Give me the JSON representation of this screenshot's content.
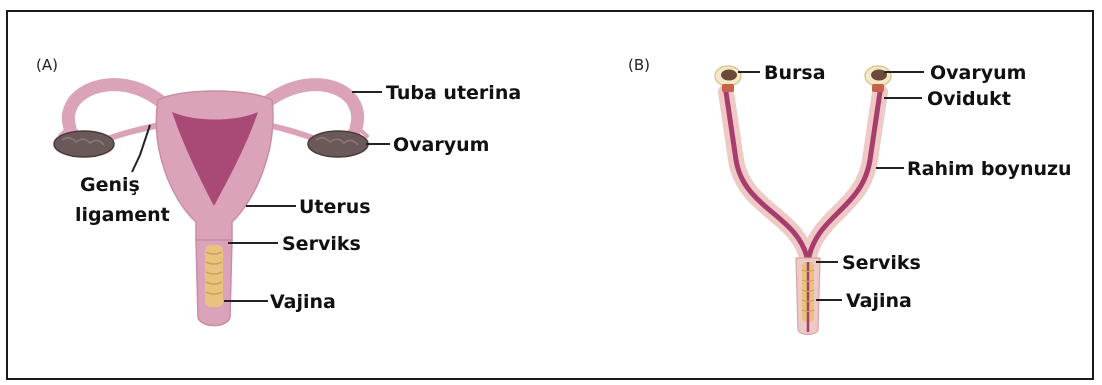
{
  "panels": [
    {
      "id": "A",
      "letter": "(A)",
      "labels": {
        "tuba_uterina": "Tuba uterina",
        "ovaryum": "Ovaryum",
        "genis": "Geniş",
        "ligament": "ligament",
        "uterus": "Uterus",
        "serviks": "Serviks",
        "vajina": "Vajina"
      }
    },
    {
      "id": "B",
      "letter": "(B)",
      "labels": {
        "bursa": "Bursa",
        "ovaryum": "Ovaryum",
        "ovidukt": "Ovidukt",
        "rahim_boynuzu": "Rahim boynuzu",
        "serviks": "Serviks",
        "vajina": "Vajina"
      }
    }
  ],
  "colors": {
    "tissue_pink": "#dba3b9",
    "uterine_cavity": "#a94a76",
    "ovary_brown": "#6b5858",
    "cervix_yellow": "#e7c37e",
    "horn_core": "#a63d6c",
    "horn_outer": "#efc9c6"
  }
}
